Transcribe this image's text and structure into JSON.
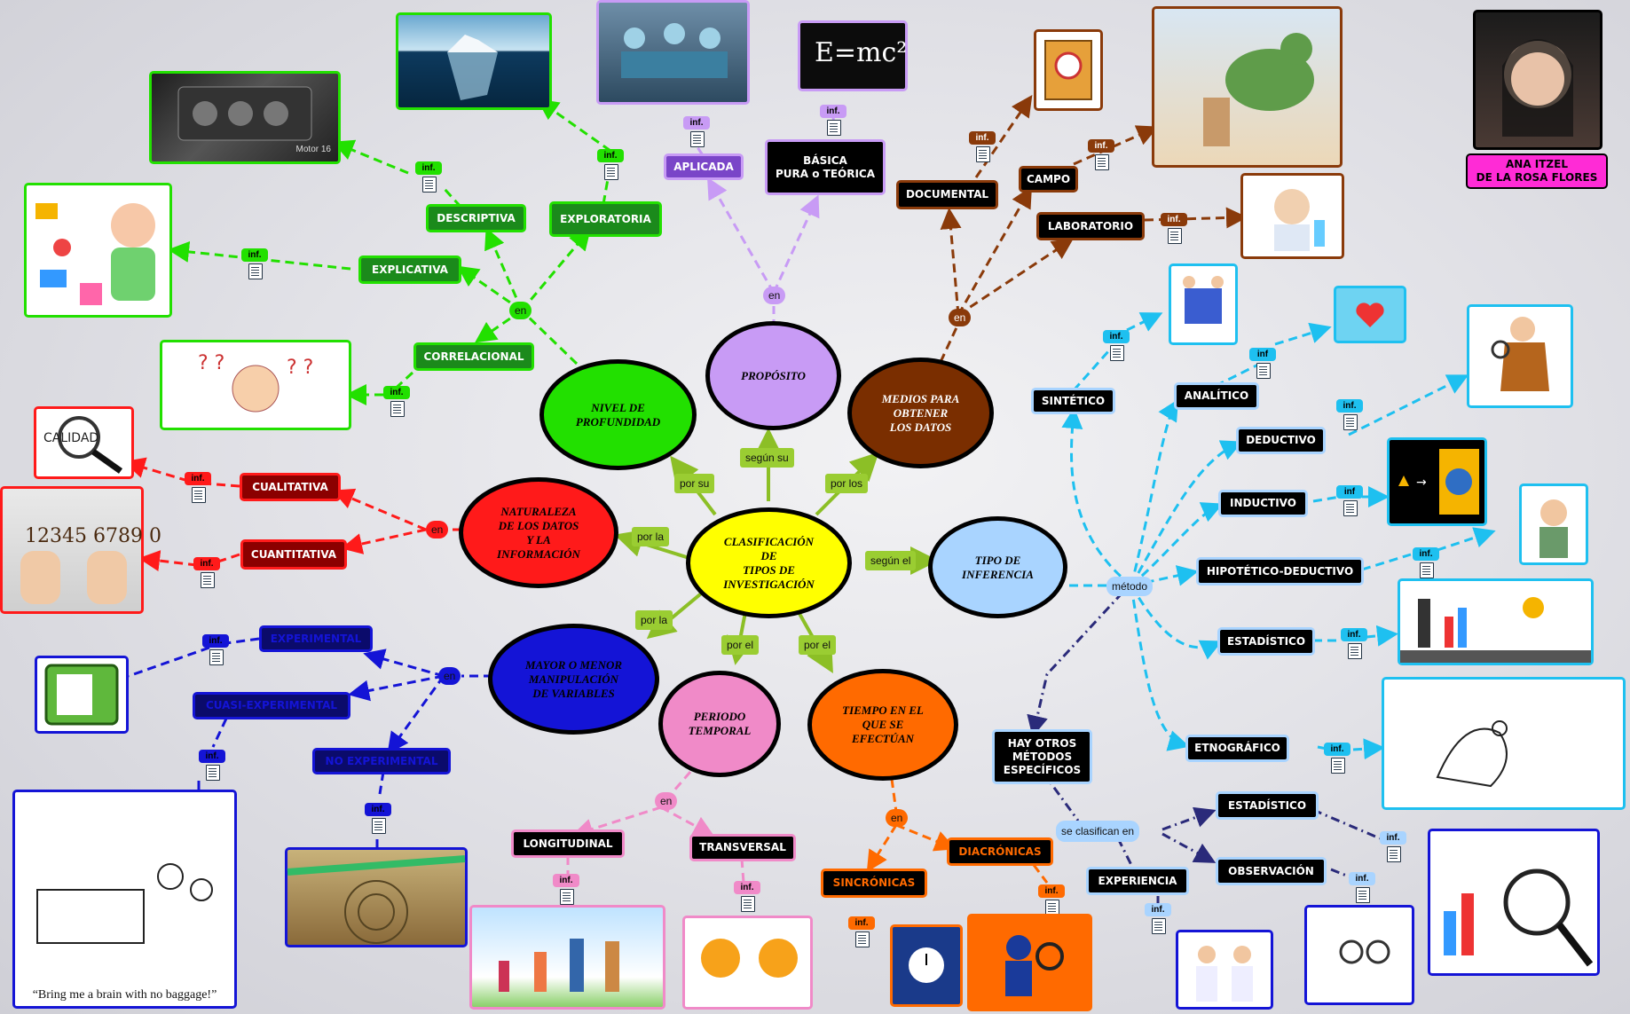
{
  "center": "CLASIFICACIÓN\nDE\nTIPOS DE\nINVESTIGACIÓN",
  "categories": {
    "nivel": "NIVEL DE\nPROFUNDIDAD",
    "proposito": "PROPÓSITO",
    "medios": "MEDIOS PARA\nOBTENER\nLOS DATOS",
    "naturaleza": "NATURALEZA\nDE LOS DATOS\nY LA\nINFORMACIÓN",
    "inferencia": "TIPO DE\nINFERENCIA",
    "manipulacion": "MAYOR O MENOR\nMANIPULACIÓN\nDE VARIABLES",
    "periodo": "PERIODO\nTEMPORAL",
    "tiempo": "TIEMPO EN EL\nQUE SE\nEFECTÚAN"
  },
  "links": {
    "por_su": "por su",
    "segun_su": "según su",
    "por_los": "por los",
    "por_la_1": "por la",
    "segun_el": "según el",
    "por_la_2": "por la",
    "por_el_1": "por el",
    "por_el_2": "por el",
    "en_nivel": "en",
    "en_proposito": "en",
    "en_medios": "en",
    "en_naturaleza": "en",
    "en_manipulacion": "en",
    "en_periodo": "en",
    "en_tiempo": "en",
    "metodo": "método",
    "se_clasifican": "se clasifican en"
  },
  "leaves": {
    "descriptiva": "DESCRIPTIVA",
    "exploratoria": "EXPLORATORIA",
    "explicativa": "EXPLICATIVA",
    "correlacional": "CORRELACIONAL",
    "aplicada": "APLICADA",
    "basica": "BÁSICA\nPURA o TEÓRICA",
    "documental": "DOCUMENTAL",
    "campo": "CAMPO",
    "laboratorio": "LABORATORIO",
    "cualitativa": "CUALITATIVA",
    "cuantitativa": "CUANTITATIVA",
    "experimental": "EXPERIMENTAL",
    "cuasi": "CUASI-EXPERIMENTAL",
    "no_experimental": "NO EXPERIMENTAL",
    "longitudinal": "LONGITUDINAL",
    "transversal": "TRANSVERSAL",
    "sincronicas": "SINCRÓNICAS",
    "diacronicas": "DIACRÓNICAS",
    "sintetico": "SINTÉTICO",
    "analitico": "ANALÍTICO",
    "deductivo": "DEDUCTIVO",
    "inductivo": "INDUCTIVO",
    "hipotetico": "HIPOTÉTICO-DEDUCTIVO",
    "estadistico_1": "ESTADÍSTICO",
    "etnografico": "ETNOGRÁFICO",
    "otros": "HAY OTROS\nMÉTODOS\nESPECÍFICOS",
    "estadistico_2": "ESTADÍSTICO",
    "observacion": "OBSERVACIÓN",
    "experiencia": "EXPERIENCIA"
  },
  "inf": [
    "inf.",
    "inf.",
    "inf.",
    "inf.",
    "inf.",
    "inf.",
    "inf.",
    "inf.",
    "inf.",
    "inf.",
    "inf.",
    "inf.",
    "inf.",
    "inf.",
    "inf.",
    "inf.",
    "inf.",
    "inf.",
    "inf.",
    "inf.",
    "inf.",
    "inf.",
    "inf.",
    "inf.",
    "inf.",
    "inf.",
    "inf.",
    "inf.",
    "inf",
    "inf"
  ],
  "author": "ANA ITZEL\nDE LA ROSA FLORES",
  "image_texts": {
    "motor": "Motor 16",
    "calidad": "CALIDAD",
    "numbers": "12345 6789 0",
    "emc": "E=mc²",
    "brain": "“Bring me a brain with no baggage!”"
  },
  "colors": {
    "green": "#22e000",
    "purple": "#c89bf5",
    "brown": "#7a2e00",
    "red": "#ff1a1a",
    "blue": "#1414d6",
    "pink": "#f08ac8",
    "orange": "#ff6a00",
    "yellow": "#ffff00",
    "lightblue": "#a9d4ff",
    "cyan": "#1ec0f0",
    "navy": "#2a2a7a",
    "olive": "#9acd32"
  }
}
